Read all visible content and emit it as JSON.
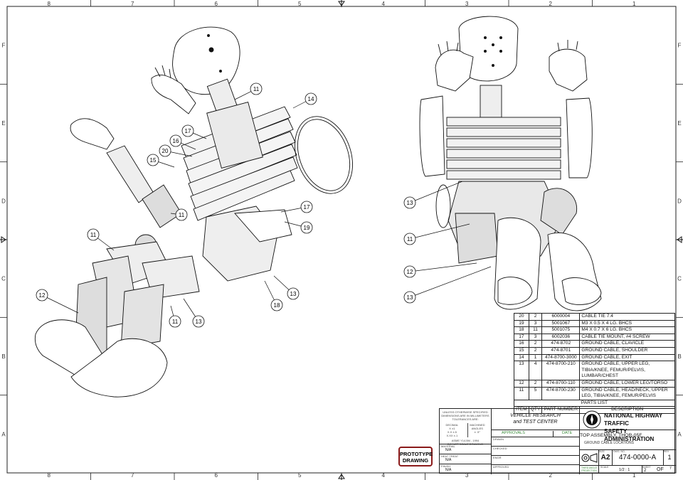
{
  "sheet": {
    "zones_columns": [
      "8",
      "7",
      "6",
      "5",
      "4",
      "3",
      "2",
      "1"
    ],
    "zones_rows": [
      "F",
      "E",
      "D",
      "C",
      "B",
      "A"
    ]
  },
  "balloons_left": [
    "11",
    "14",
    "17",
    "16",
    "20",
    "15",
    "11",
    "17",
    "19",
    "11",
    "12",
    "11",
    "13",
    "13",
    "18"
  ],
  "balloons_right": [
    "13",
    "11",
    "12",
    "13"
  ],
  "parts_list": {
    "caption": "PARTS LIST",
    "headers": {
      "item": "ITEM",
      "qty": "QTY",
      "part": "PART NUMBER",
      "desc": "DESCRIPTION"
    },
    "rows": [
      {
        "item": "20",
        "qty": "2",
        "part": "6000004",
        "desc": "CABLE TIE 7.4"
      },
      {
        "item": "19",
        "qty": "3",
        "part": "5001067",
        "desc": "M3 X 0.5 X 4 LG. BHCS"
      },
      {
        "item": "18",
        "qty": "11",
        "part": "5001075",
        "desc": "M4 X 0.7 X 6 LG. BHCS"
      },
      {
        "item": "17",
        "qty": "3",
        "part": "6002036",
        "desc": "CABLE TIE MOUNT, #4 SCREW"
      },
      {
        "item": "16",
        "qty": "2",
        "part": "474-8702",
        "desc": "GROUND CABLE, CLAVICLE"
      },
      {
        "item": "15",
        "qty": "2",
        "part": "474-8701",
        "desc": "GROUND CABLE, SHOULDER"
      },
      {
        "item": "14",
        "qty": "1",
        "part": "474-8700-3000",
        "desc": "GROUND CABLE, EXIT"
      },
      {
        "item": "13",
        "qty": "4",
        "part": "474-8700-210",
        "desc": "GROUND CABLE, UPPER LEG, TIBIA/KNEE, FEMUR/PELVIS, LUMBAR/CHEST"
      },
      {
        "item": "12",
        "qty": "2",
        "part": "474-8700-110",
        "desc": "GROUND CABLE, LOWER LEG/TORSO"
      },
      {
        "item": "11",
        "qty": "5",
        "part": "474-8700-230",
        "desc": "GROUND CABLE, HEAD/NECK, UPPER LEG, TIBIA/KNEE, FEMUR/PELVIS"
      }
    ]
  },
  "title_block": {
    "tolerance_note": "UNLESS OTHERWISE SPECIFIED DIMENSIONS ARE IN MILLIMETERS TOLERANCES ARE:",
    "decimal_label": "DECIMAL",
    "machined_label": "MACHINED",
    "angles_label": "ANGLES",
    "decimal_values": [
      "X  ±1",
      "X.X  ±.5",
      "X.XX  ±.1"
    ],
    "angles_value": "± .5°",
    "finish_note": "ASME Y14.5M - 1994",
    "no_scale": "DO NOT SCALE DRAWING",
    "material_label": "MATERIAL",
    "material": "N/A",
    "heat_treat_label": "HEAT TREAT",
    "heat_treat": "N/A",
    "finish_label": "FINISH",
    "finish": "N/A",
    "org_line1": "VEHICLE RESEARCH",
    "org_line2": "and TEST CENTER",
    "approvals": "APPROVALS",
    "date": "DATE",
    "drawn": "DRAWN",
    "checked": "CHECKED",
    "eng": "ENGR",
    "approved": "APPROVED",
    "agency_line1": "NATIONAL HIGHWAY TRAFFIC",
    "agency_line2": "SAFETY ADMINISTRATION",
    "title": "TOP ASSEMBLY, THOR-05F",
    "subtitle": "GROUND CABLE LOCATIONS",
    "size_label": "SIZE",
    "size": "A2",
    "dwg_label": "DWG. NO.",
    "dwg_no": "474-0000-A",
    "rev_label": "REV",
    "rev": "1",
    "scale_label": "SCALE",
    "scale": "1/2 : 1",
    "sheet_label": "SHEET",
    "sheet_no": "2",
    "of": "OF",
    "sheet_total": "7",
    "projection": "THIRD ANGLE PROJECTION"
  },
  "stamp": {
    "line1": "PROTOTYPE",
    "line2": "DRAWING"
  }
}
